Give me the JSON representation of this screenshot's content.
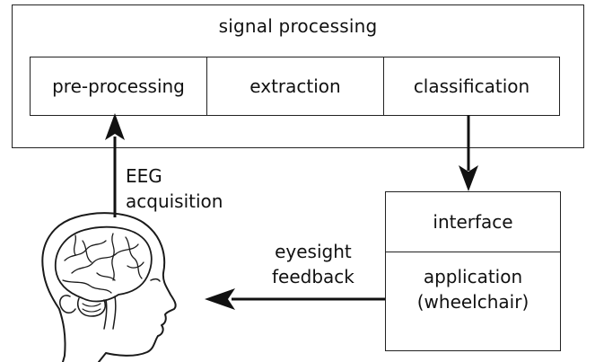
{
  "diagram": {
    "outer_title": "signal processing",
    "stages": [
      {
        "label": "pre-processing"
      },
      {
        "label": "extraction"
      },
      {
        "label": "classification"
      }
    ],
    "interface_label": "interface",
    "application_line1": "application",
    "application_line2": "(wheelchair)",
    "eeg_line1": "EEG",
    "eeg_line2": "acquisition",
    "feedback_line1": "eyesight",
    "feedback_line2": "feedback"
  },
  "colors": {
    "stroke": "#111111",
    "background": "#ffffff"
  },
  "icons": {
    "head": "human-head-brain-icon"
  }
}
